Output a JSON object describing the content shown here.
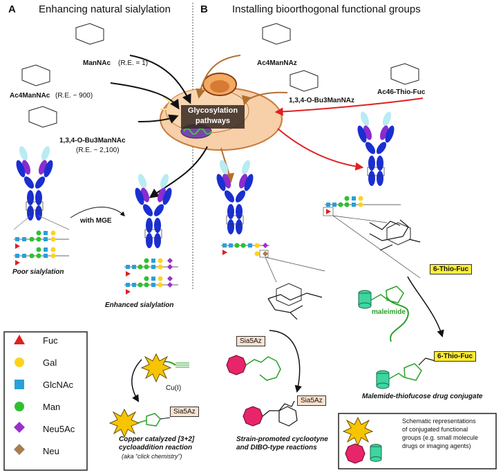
{
  "panels": {
    "a": {
      "letter": "A",
      "heading": "Enhancing natural sialylation"
    },
    "b": {
      "letter": "B",
      "heading": "Installing bioorthogonal functional groups"
    }
  },
  "molecules": {
    "manac": {
      "name": "ManNAc",
      "re": "(R.E. = 1)"
    },
    "ac4manac": {
      "name": "Ac4ManNAc",
      "re": "(R.E. ~ 900)"
    },
    "bu3manac": {
      "name": "1,3,4-O-Bu3ManNAc",
      "re": "(R.E. ~ 2,100)"
    },
    "ac4manaz": {
      "name": "Ac4ManNAz"
    },
    "bu3manaz": {
      "name": "1,3,4-O-Bu3ManNAz"
    },
    "thiofuc": {
      "name": "Ac46-Thio-Fuc"
    }
  },
  "cell": {
    "label_line1": "Glycosylation",
    "label_line2": "pathways"
  },
  "labels": {
    "with_mge": "with MGE",
    "poor": "Poor sialylation",
    "enhanced": "Enhanced sialylation",
    "sia5az": "Sia5Az",
    "sia5az_2": "Sia5Az",
    "sia5az_3": "Sia5Az",
    "thiofuc_tag": "6-Thio-Fuc",
    "thiofuc_tag2": "6-Thio-Fuc",
    "maleimide": "maleimide",
    "cu": "Cu(I)",
    "copper_line1": "Copper catalyzed [3+2]",
    "copper_line2": "cycloaddition reaction",
    "copper_line3": "(aka “click chemistry”)",
    "strain_line1": "Strain-promoted cyclootyne",
    "strain_line2": "and DIBO-type reactions",
    "maleimide_conj": "Malemide-thiofucose drug conjugate",
    "schematic_line1": "Schematic representations",
    "schematic_line2": "of conjugated functional",
    "schematic_line3": "groups (e.g. small molecule",
    "schematic_line4": "drugs or imaging agents)"
  },
  "legend": [
    {
      "label": "Fuc",
      "shape": "triangle",
      "color": "#e02020"
    },
    {
      "label": "Gal",
      "shape": "circle",
      "color": "#ffd21f"
    },
    {
      "label": "GlcNAc",
      "shape": "square",
      "color": "#2aa0d8"
    },
    {
      "label": "Man",
      "shape": "circle",
      "color": "#2fc02f"
    },
    {
      "label": "Neu5Ac",
      "shape": "diamond",
      "color": "#9b30c8"
    },
    {
      "label": "Neu",
      "shape": "diamond",
      "color": "#a97d4f"
    }
  ],
  "colors": {
    "antibody_blue": "#1a2fd0",
    "antibody_purple": "#8a2ccf",
    "antibody_cyan": "#b8ecf2",
    "arrow_black": "#111111",
    "arrow_brown": "#b07030",
    "arrow_red": "#e02020",
    "cell_fill": "#f7cfa8",
    "maleimide_green": "#2aa02a"
  }
}
